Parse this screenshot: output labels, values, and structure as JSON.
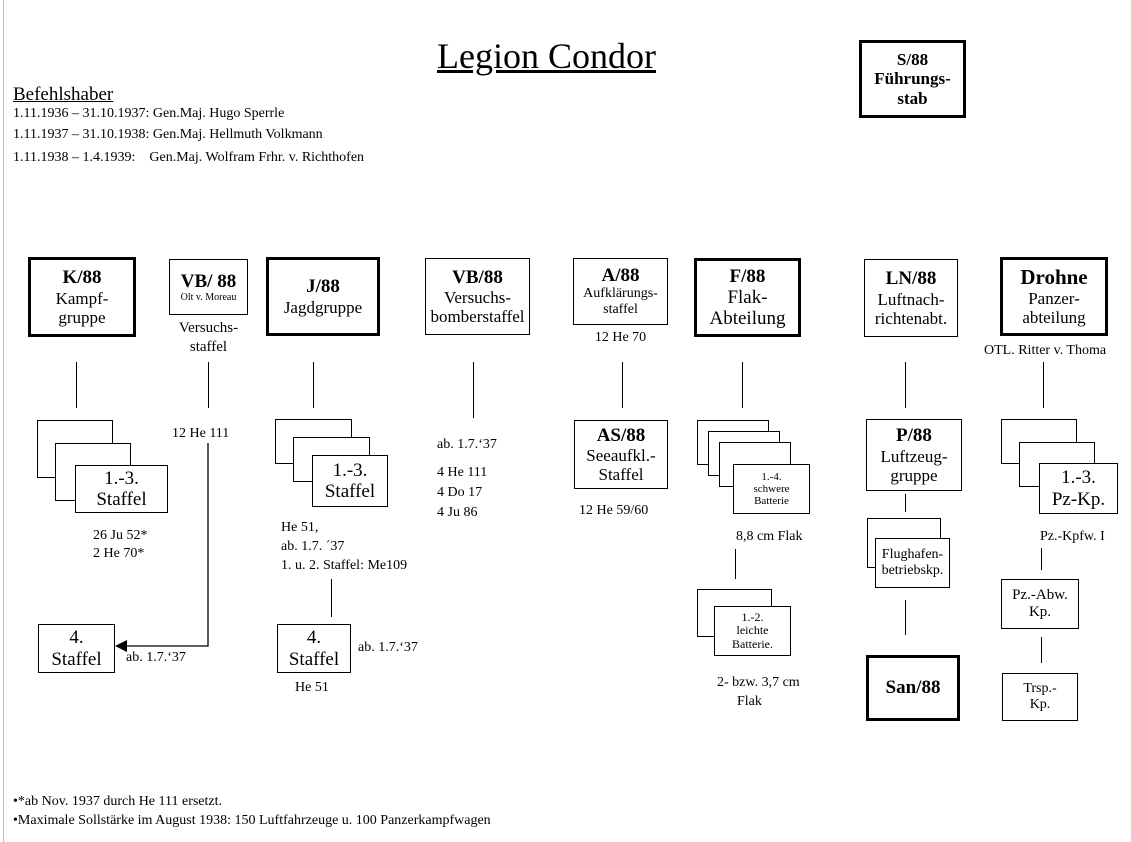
{
  "title": "Legion Condor",
  "commanders": {
    "heading": "Befehlshaber",
    "lines": [
      "1.11.1936 – 31.10.1937: Gen.Maj. Hugo Sperrle",
      "1.11.1937 – 31.10.1938: Gen.Maj. Hellmuth Volkmann",
      "1.11.1938 – 1.4.1939:    Gen.Maj. Wolfram Frhr. v. Richthofen"
    ]
  },
  "staff": {
    "code": "S/88",
    "line1": "Führungs-",
    "line2": "stab"
  },
  "units": {
    "k88": {
      "code": "K/88",
      "line1": "Kampf-",
      "line2": "gruppe"
    },
    "vb88a": {
      "code": "VB/ 88",
      "sub": "Olt v. Moreau",
      "below1": "Versuchs-",
      "below2": "staffel",
      "aircraft": "12 He 111"
    },
    "j88": {
      "code": "J/88",
      "name": "Jagdgruppe"
    },
    "vb88": {
      "code": "VB/88",
      "line1": "Versuchs-",
      "line2": "bomberstaffel"
    },
    "a88": {
      "code": "A/88",
      "line1": "Aufklärungs-",
      "line2": "staffel",
      "aircraft": "12 He 70"
    },
    "f88": {
      "code": "F/88",
      "line1": "Flak-",
      "line2": "Abteilung"
    },
    "ln88": {
      "code": "LN/88",
      "line1": "Luftnach-",
      "line2": "richtenabt."
    },
    "drohne": {
      "code": "Drohne",
      "line1": "Panzer-",
      "line2": "abteilung",
      "commander": "OTL. Ritter v. Thoma"
    }
  },
  "sub_units": {
    "k_staffel": {
      "line1": "1.-3.",
      "line2": "Staffel",
      "ac1": "26 Ju 52*",
      "ac2": "2 He 70*"
    },
    "k_4staffel": {
      "line1": "4.",
      "line2": "Staffel",
      "date": "ab. 1.7.‘37"
    },
    "j_staffel": {
      "line1": "1.-3.",
      "line2": "Staffel",
      "ac1": "He 51,",
      "ac2": "ab. 1.7. ´37",
      "ac3": "1. u. 2. Staffel: Me109"
    },
    "j_4staffel": {
      "line1": "4.",
      "line2": "Staffel",
      "date": "ab. 1.7.‘37",
      "aircraft": "He 51"
    },
    "vb_aircraft": [
      "ab. 1.7.‘37",
      "4 He 111",
      "4 Do 17",
      "4 Ju 86"
    ],
    "as88": {
      "code": "AS/88",
      "line1": "Seeaufkl.-",
      "line2": "Staffel",
      "aircraft": "12 He 59/60"
    },
    "schwere": {
      "line1": "1.-4.",
      "line2": "schwere",
      "line3": "Batterie",
      "flak": "8,8 cm Flak"
    },
    "leichte": {
      "line1": "1.-2.",
      "line2": "leichte",
      "line3": "Batterie.",
      "flak1": "2- bzw. 3,7 cm",
      "flak2": "Flak"
    },
    "p88": {
      "code": "P/88",
      "line1": "Luftzeug-",
      "line2": "gruppe"
    },
    "flughafen": {
      "line1": "Flughafen-",
      "line2": "betriebskp."
    },
    "san88": {
      "code": "San/88"
    },
    "pz_kp": {
      "line1": "1.-3.",
      "line2": "Pz-Kp.",
      "vehicle": "Pz.-Kpfw. I"
    },
    "pz_abw": {
      "line1": "Pz.-Abw.",
      "line2": "Kp."
    },
    "trsp": {
      "line1": "Trsp.-",
      "line2": "Kp."
    }
  },
  "footnotes": [
    "•*ab Nov. 1937 durch He 111 ersetzt.",
    "•Maximale Sollstärke im August 1938: 150 Luftfahrzeuge u. 100 Panzerkampfwagen"
  ]
}
